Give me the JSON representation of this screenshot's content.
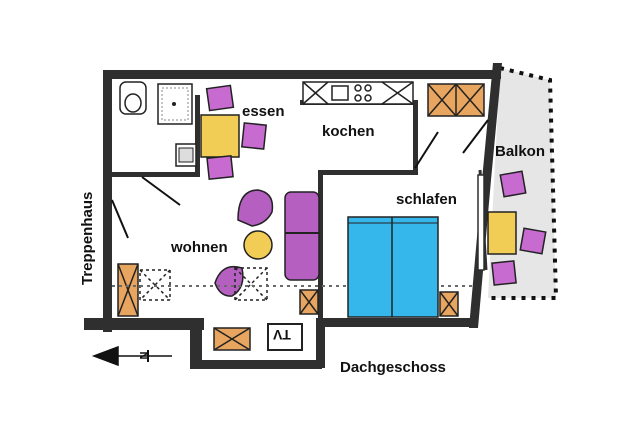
{
  "rooms": {
    "essen": "essen",
    "kochen": "kochen",
    "schlafen": "schlafen",
    "wohnen": "wohnen",
    "balkon": "Balkon",
    "treppenhaus": "Treppenhaus",
    "dachgeschoss": "Dachgeschoss"
  },
  "tv_label": "TV",
  "north_label": "N",
  "colors": {
    "wall": "#2f2f2f",
    "balcony_fill": "#e8e8e8",
    "furniture_orange": "#e8a560",
    "table_yellow": "#f2cd55",
    "chair_purple": "#c76bd1",
    "bed_blue": "#35b7eb",
    "sofa_purple": "#b55fc0"
  }
}
